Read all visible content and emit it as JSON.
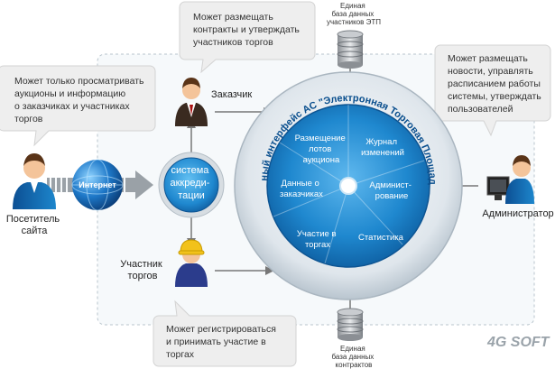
{
  "bubbles": {
    "visitor": [
      "Может только просматривать",
      "аукционы и информацию",
      "о заказчиках и участниках",
      "торгов"
    ],
    "customer": [
      "Может размещать",
      "контракты и утверждать",
      "участников торгов"
    ],
    "admin": [
      "Может размещать",
      "новости, управлять",
      "расписанием работы",
      "системы, утверждать",
      "пользователей"
    ],
    "participant": [
      "Может регистрироваться",
      "и принимать участие в",
      "торгах"
    ]
  },
  "actors": {
    "visitor": [
      "Посетитель",
      "сайта"
    ],
    "customer": "Заказчик",
    "participant": [
      "Участник",
      "торгов"
    ],
    "admin": "Администратор"
  },
  "databases": {
    "top": [
      "Единая",
      "база данных",
      "участников ЭТП"
    ],
    "bottom": [
      "Единая",
      "база данных",
      "контрактов"
    ]
  },
  "internet": "Интернет",
  "accreditation": [
    "система",
    "аккреди-",
    "тации"
  ],
  "ring_title": "Единый интерфейс АС \"Электронная Торговая Площадка\"",
  "segments": {
    "placement": [
      "Размещение",
      "лотов",
      "аукциона"
    ],
    "journal": [
      "Журнал",
      "изменений"
    ],
    "admin": [
      "Админист-",
      "рование"
    ],
    "stats": "Статистика",
    "participation": [
      "Участие в",
      "торгах"
    ],
    "customers_data": [
      "Данные о",
      "заказчиках"
    ]
  },
  "logo": "4G SOFT",
  "colors": {
    "accent": "#1d86cc",
    "dark_blue": "#0a4f8e",
    "bubble_bg": "#eeeeee",
    "gray_text": "#333333"
  }
}
